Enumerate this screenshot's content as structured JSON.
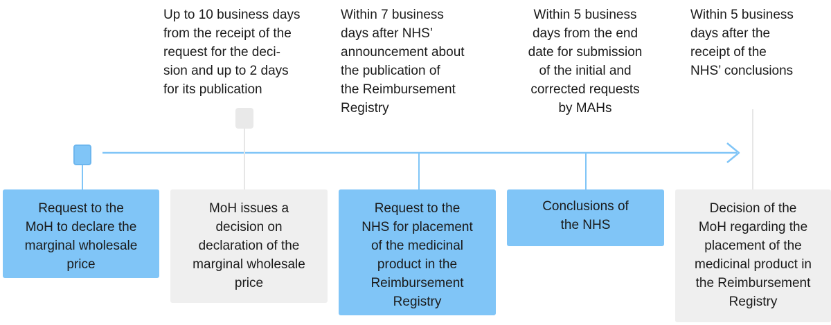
{
  "notes": [
    {
      "id": "note-decision-timing",
      "lines": [
        "Up to 10 business days",
        "from the receipt of the",
        "request for the deci-",
        "sion and up to 2 days",
        "for its publication"
      ]
    },
    {
      "id": "note-request-timing",
      "lines": [
        "Within 7 business",
        "days after NHS’",
        "announcement about",
        "the publication of",
        "the Reimbursement",
        "Registry"
      ]
    },
    {
      "id": "note-conclusions-timing",
      "lines": [
        "Within 5 business",
        "days from the end",
        "date for submission",
        "of the initial and",
        "corrected requests",
        "by MAHs"
      ]
    },
    {
      "id": "note-final-timing",
      "lines": [
        "Within 5 business",
        "days after the",
        "receipt of the",
        "NHS’ conclusions"
      ]
    }
  ],
  "boxes": [
    {
      "id": "step-request-moh",
      "style": "blue",
      "lines": [
        "Request to the",
        "MoH to declare the",
        "marginal wholesale",
        "price"
      ]
    },
    {
      "id": "step-moh-decision",
      "style": "gray",
      "lines": [
        "MoH issues a",
        "decision on",
        "declaration of the",
        "marginal wholesale",
        "price"
      ]
    },
    {
      "id": "step-request-nhs",
      "style": "blue",
      "lines": [
        "Request to the",
        "NHS for placement",
        "of the medicinal",
        "product in the",
        "Reimbursement",
        "Registry"
      ]
    },
    {
      "id": "step-nhs-conclusions",
      "style": "blue",
      "lines": [
        "Conclusions of",
        "the NHS"
      ]
    },
    {
      "id": "step-moh-final-decision",
      "style": "gray",
      "lines": [
        "Decision of the",
        "MoH regarding the",
        "placement of the",
        "medicinal product in",
        "the Reimbursement",
        "Registry"
      ]
    }
  ],
  "colors": {
    "accent": "#80c5f7",
    "muted": "#efefef"
  }
}
